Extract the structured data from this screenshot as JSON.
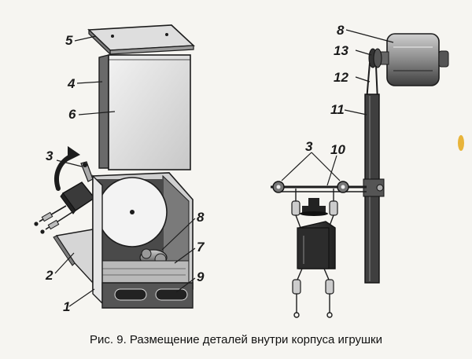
{
  "caption": "Рис. 9. Размещение деталей внутри корпуса игрушки",
  "labels": {
    "l1": "1",
    "l2": "2",
    "l3": "3",
    "l4": "4",
    "l5": "5",
    "l6": "6",
    "l7": "7",
    "l8": "8",
    "l9": "9",
    "r8": "8",
    "r13": "13",
    "r12": "12",
    "r11": "11",
    "r3": "3",
    "r10": "10"
  },
  "colors": {
    "ink": "#1c1c1c",
    "metal_light": "#e9e9e9",
    "metal_mid": "#bdbdbd",
    "metal_dark": "#555555",
    "accent_yellow": "#e8b43a"
  }
}
